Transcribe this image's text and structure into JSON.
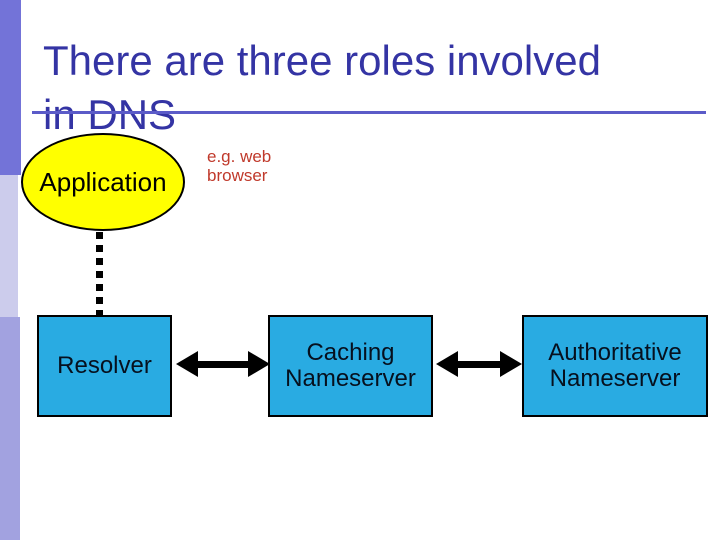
{
  "title": {
    "lines": [
      "There are three roles involved",
      "in DNS"
    ],
    "color": "#3434a4"
  },
  "decor": {
    "stripe_colors": [
      "#7373d8",
      "#ccccec",
      "#a2a2e0"
    ],
    "rule_color": "#5b5bc8"
  },
  "diagram": {
    "application": {
      "label": "Application",
      "fill": "#ffff00"
    },
    "annotation": {
      "lines": [
        "e.g. web",
        "browser"
      ],
      "color": "#c0392b"
    },
    "box_fill": "#29abe2",
    "boxes": [
      {
        "name": "resolver",
        "lines": [
          "Resolver"
        ]
      },
      {
        "name": "caching-nameserver",
        "lines": [
          "Caching",
          "Nameserver"
        ]
      },
      {
        "name": "authoritative-nameserver",
        "lines": [
          "Authoritative",
          "Nameserver"
        ]
      }
    ]
  }
}
